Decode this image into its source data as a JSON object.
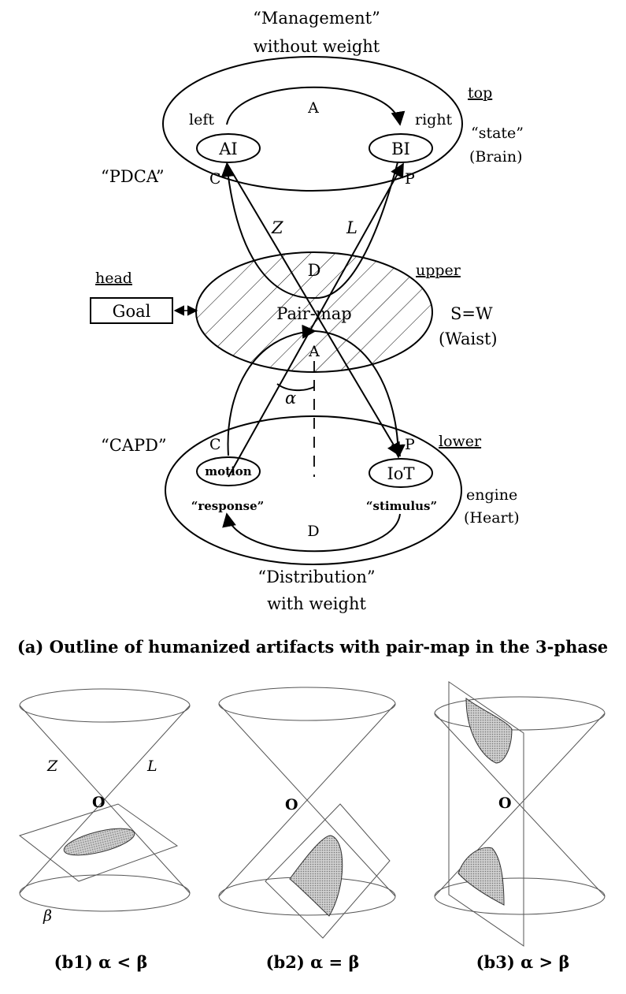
{
  "top": {
    "management_q1": "“Management”",
    "management_q2": "without weight",
    "top_label": "top",
    "left_label": "left",
    "right_label": "right",
    "arc_top": "A",
    "state_label": "“state”",
    "brain_label": "(Brain)",
    "ai_node": "AI",
    "bi_node": "BI",
    "pdca_label": "“PDCA”",
    "c_top": "C",
    "p_top": "P",
    "z_label": "Z",
    "l_label": "L"
  },
  "middle": {
    "head_label": "head",
    "goal_label": "Goal",
    "d_label": "D",
    "upper_label": "upper",
    "pairmap_label": "Pair-map",
    "sw_label": "S=W",
    "waist_label": "(Waist)",
    "a_label": "A",
    "alpha_label": "α"
  },
  "bottom": {
    "capd_label": "“CAPD”",
    "c_bottom": "C",
    "p_bottom": "P",
    "lower_label": "lower",
    "motion_node": "motion",
    "iot_node": "IoT",
    "response_label": "“response”",
    "stimulus_label": "“stimulus”",
    "engine_label": "engine",
    "heart_label": "(Heart)",
    "d_bottom": "D",
    "distribution_q1": "“Distribution”",
    "distribution_q2": "with weight"
  },
  "caption_a": "(a) Outline of humanized artifacts with pair-map in the 3-phase",
  "cones": {
    "z_label": "Z",
    "l_label": "L",
    "o1": "O",
    "o2": "O",
    "o3": "O",
    "beta_label": "β",
    "b1": "(b1) α < β",
    "b2": "(b2) α = β",
    "b3": "(b3) α > β"
  },
  "colors": {
    "line": "#000000",
    "cone_line": "#555555",
    "shade": "#bdbdbd"
  }
}
